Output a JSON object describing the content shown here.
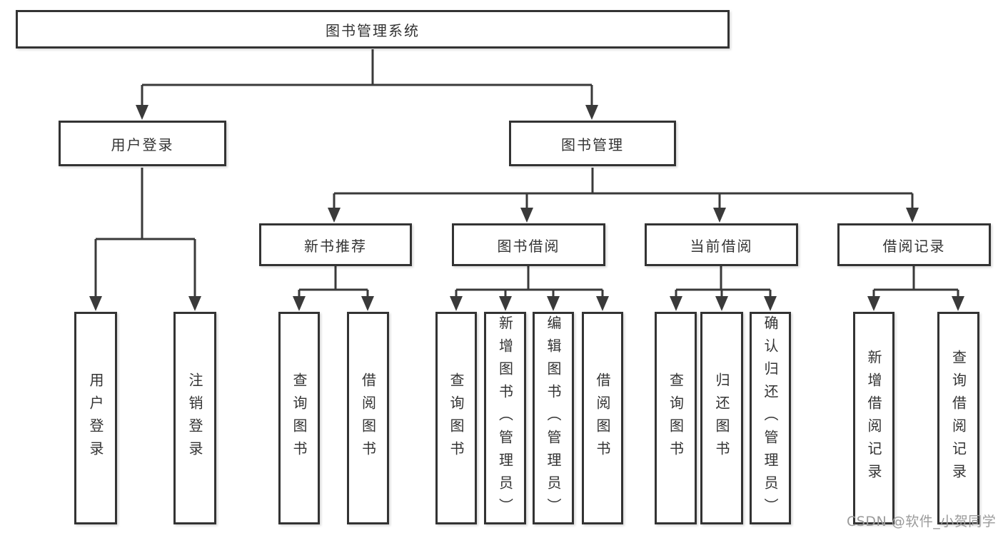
{
  "title": "图书管理系统",
  "colors": {
    "line": "#3a3a3a",
    "box_border": "#333333",
    "box_background": "#ffffff",
    "text": "#333333",
    "watermark": "#9b9b9b",
    "background": "#ffffff"
  },
  "watermark": {
    "text": "CSDN @软件_小贺同学"
  },
  "tree": {
    "root": {
      "label": "图书管理系统"
    },
    "level2": [
      {
        "id": "user-login",
        "label": "用户登录",
        "parent": "图书管理系统"
      },
      {
        "id": "book-management",
        "label": "图书管理",
        "parent": "图书管理系统"
      }
    ],
    "level3": [
      {
        "id": "new-book-recommend",
        "label": "新书推荐",
        "parent": "图书管理"
      },
      {
        "id": "book-borrowing",
        "label": "图书借阅",
        "parent": "图书管理"
      },
      {
        "id": "current-borrowing",
        "label": "当前借阅",
        "parent": "图书管理"
      },
      {
        "id": "borrowing-records",
        "label": "借阅记录",
        "parent": "图书管理"
      }
    ],
    "leaves": [
      {
        "label": "用户登录",
        "parent": "用户登录"
      },
      {
        "label": "注销登录",
        "parent": "用户登录"
      },
      {
        "label": "查询图书",
        "parent": "新书推荐"
      },
      {
        "label": "借阅图书",
        "parent": "新书推荐"
      },
      {
        "label": "查询图书",
        "parent": "图书借阅"
      },
      {
        "label": "新增图书（管理员）",
        "parent": "图书借阅"
      },
      {
        "label": "编辑图书（管理员）",
        "parent": "图书借阅"
      },
      {
        "label": "借阅图书",
        "parent": "图书借阅"
      },
      {
        "label": "查询图书",
        "parent": "当前借阅"
      },
      {
        "label": "归还图书",
        "parent": "当前借阅"
      },
      {
        "label": "确认归还（管理员）",
        "parent": "当前借阅"
      },
      {
        "label": "新增借阅记录",
        "parent": "借阅记录"
      },
      {
        "label": "查询借阅记录",
        "parent": "借阅记录"
      }
    ]
  }
}
